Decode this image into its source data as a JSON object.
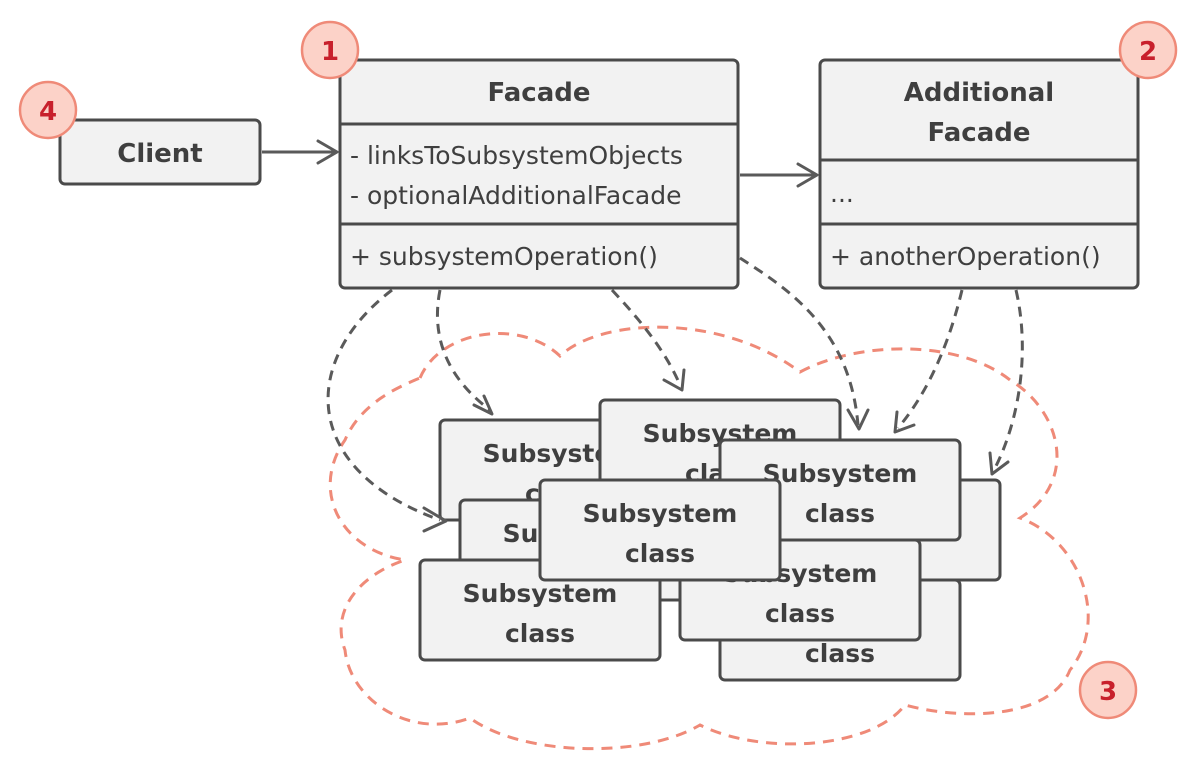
{
  "badges": {
    "facade": "1",
    "additional_facade": "2",
    "subsystem": "3",
    "client": "4"
  },
  "client": {
    "title": "Client"
  },
  "facade": {
    "title": "Facade",
    "fields": [
      "- linksToSubsystemObjects",
      "- optionalAdditionalFacade"
    ],
    "methods": [
      "+ subsystemOperation()"
    ]
  },
  "additional_facade": {
    "title_line1": "Additional",
    "title_line2": "Facade",
    "fields": [
      "..."
    ],
    "methods": [
      "+ anotherOperation()"
    ]
  },
  "subsystem_class": {
    "line1": "Subsystem",
    "line2": "class"
  },
  "colors": {
    "box_fill": "#f2f2f2",
    "box_stroke": "#4a4a4a",
    "badge_fill": "#fcd2c8",
    "badge_stroke": "#ef8a78",
    "badge_text": "#c8202c",
    "cloud_stroke": "#ef8a78"
  }
}
